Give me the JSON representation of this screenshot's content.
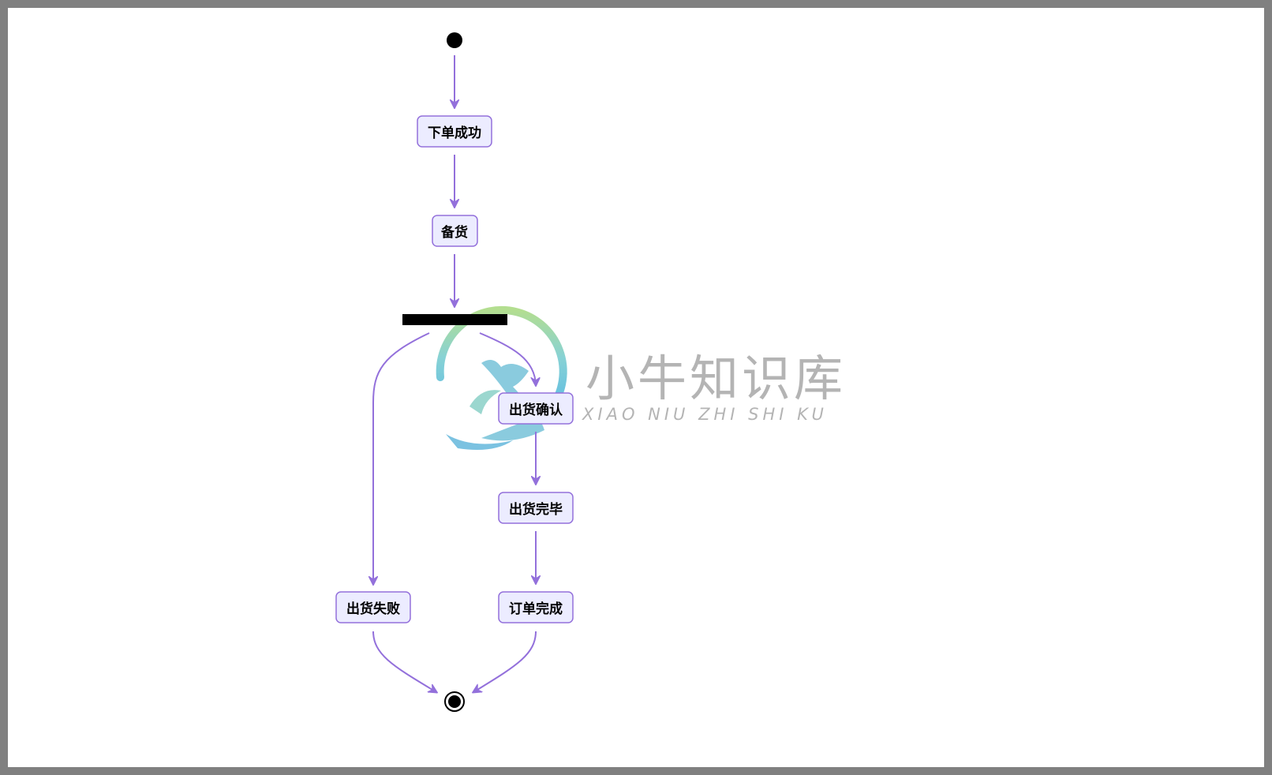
{
  "diagram": {
    "type": "state-diagram",
    "states": {
      "order_success": "下单成功",
      "stocking": "备货",
      "shipment_confirm": "出货确认",
      "shipment_done": "出货完毕",
      "order_complete": "订单完成",
      "shipment_failed": "出货失败"
    },
    "transitions": [
      {
        "from": "start",
        "to": "order_success"
      },
      {
        "from": "order_success",
        "to": "stocking"
      },
      {
        "from": "stocking",
        "to": "fork"
      },
      {
        "from": "fork",
        "to": "shipment_failed"
      },
      {
        "from": "fork",
        "to": "shipment_confirm"
      },
      {
        "from": "shipment_confirm",
        "to": "shipment_done"
      },
      {
        "from": "shipment_done",
        "to": "order_complete"
      },
      {
        "from": "shipment_failed",
        "to": "end"
      },
      {
        "from": "order_complete",
        "to": "end"
      }
    ]
  },
  "watermark": {
    "chinese": "小牛知识库",
    "pinyin": "XIAO NIU ZHI SHI KU"
  },
  "colors": {
    "node_fill": "#ECECFF",
    "node_stroke": "#9370DB",
    "edge": "#9370DB",
    "fork_bar": "#000000"
  }
}
